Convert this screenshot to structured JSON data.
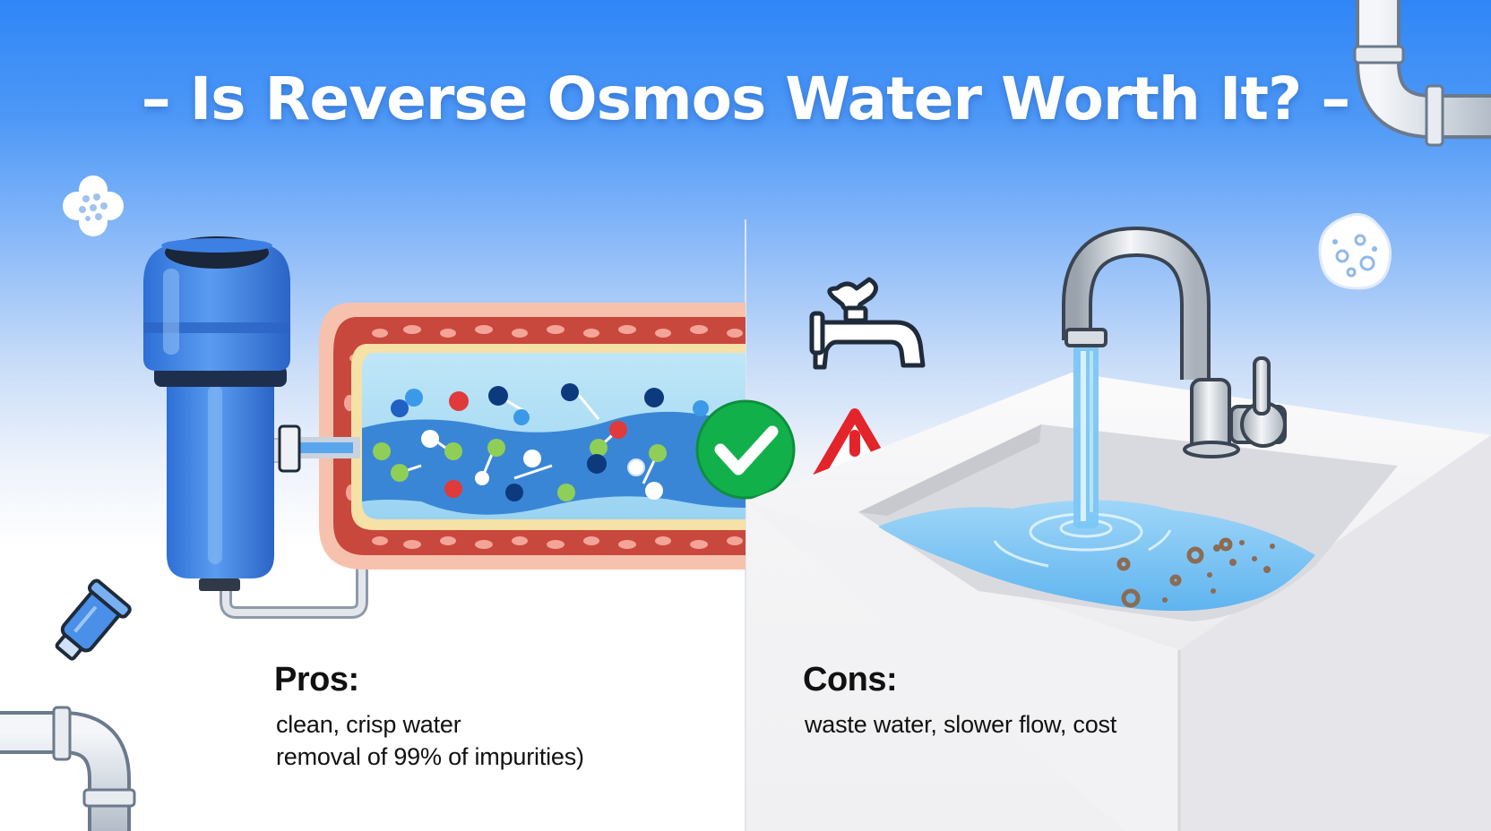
{
  "title": "– Is Reverse Osmos Water Worth It? –",
  "pros": {
    "heading": "Pros:",
    "lines": [
      "clean, crisp water",
      "removal of 99% of impurities)"
    ]
  },
  "cons": {
    "heading": "Cons:",
    "lines": [
      "waste water, slower flow, cost"
    ]
  },
  "icons": {
    "pros_marker": "check-circle-icon",
    "cons_marker": "warning-triangle-icon",
    "tap": "tap-icon",
    "filter": "filter-cartridge-icon"
  },
  "colors": {
    "sky": "#2f86f6",
    "filter_blue": "#3b7fe0",
    "check_green": "#12b04a",
    "warning_red": "#e3242b",
    "water": "#7cc6f6"
  }
}
